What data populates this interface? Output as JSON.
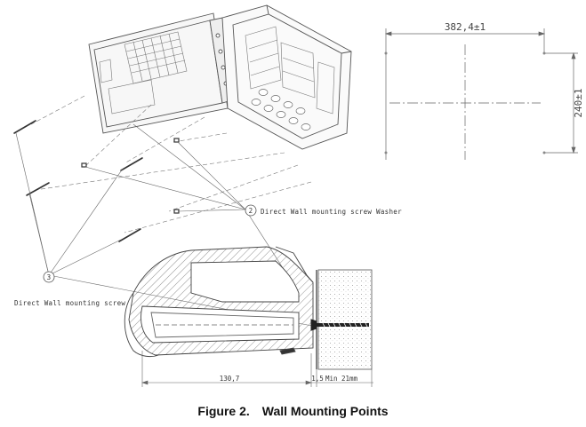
{
  "drawing": {
    "dimensions": {
      "width": "382,4±1",
      "height": "240±1",
      "depth": "130,7",
      "gap": "1,5",
      "wall_min": "Min 21mm"
    },
    "callouts": [
      {
        "number": "2",
        "label": "Direct Wall mounting screw Washer"
      },
      {
        "number": "3",
        "label": "Direct Wall mounting screw"
      }
    ]
  },
  "caption": {
    "number": "Figure 2.",
    "title": "Wall Mounting Points"
  }
}
